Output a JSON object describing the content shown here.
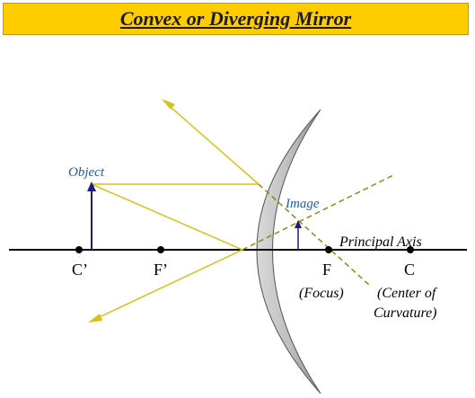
{
  "title": "Convex or Diverging Mirror",
  "labels": {
    "object": "Object",
    "image": "Image",
    "principal_axis": "Principal Axis",
    "c_prime": "C’",
    "f_prime": "F’",
    "f": "F",
    "c": "C",
    "focus": "(Focus)",
    "center_line1": "(Center of",
    "center_line2": "Curvature)"
  },
  "colors": {
    "title_bg": "#ffcc00",
    "ray": "#d8c21a",
    "virtual_ray": "#8a8a1a",
    "arrow": "#1a1a80",
    "mirror_fill": "#c8c8c8",
    "label_blue": "#1f5fa8"
  }
}
